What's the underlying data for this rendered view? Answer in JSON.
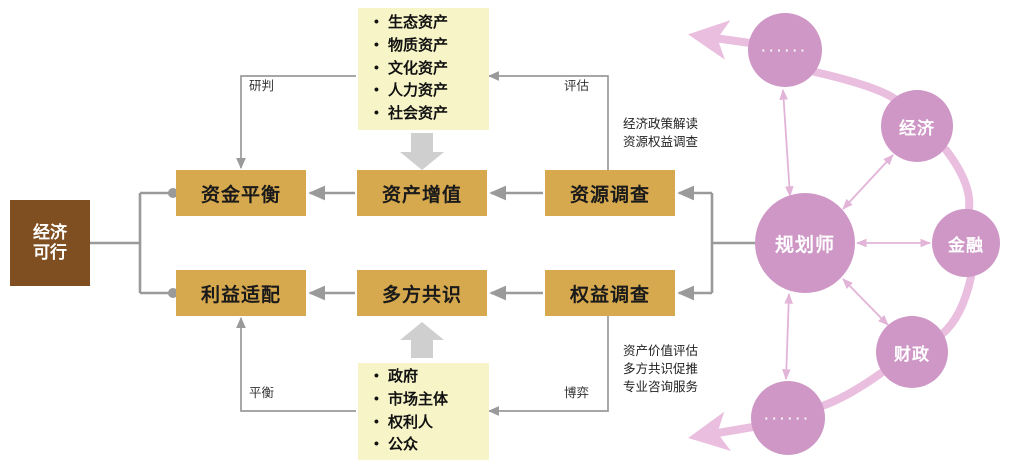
{
  "anchor": {
    "label": "经济\n可行",
    "line1": "经济",
    "line2": "可行",
    "color": "#7F4F21"
  },
  "process_boxes": [
    {
      "id": "zijin-pingheng",
      "label": "资金平衡",
      "row": "top"
    },
    {
      "id": "zichan-zengzhi",
      "label": "资产增值",
      "row": "top"
    },
    {
      "id": "ziyuan-diaocha",
      "label": "资源调查",
      "row": "top"
    },
    {
      "id": "liyi-shipei",
      "label": "利益适配",
      "row": "bottom"
    },
    {
      "id": "duofang-gongshi",
      "label": "多方共识",
      "row": "bottom"
    },
    {
      "id": "quanyi-diaocha",
      "label": "权益调查",
      "row": "bottom"
    }
  ],
  "asset_list": {
    "title": "",
    "items": [
      "生态资产",
      "物质资产",
      "文化资产",
      "人力资产",
      "社会资产"
    ]
  },
  "stakeholder_list": {
    "title": "",
    "items": [
      "政府",
      "市场主体",
      "权利人",
      "公众"
    ]
  },
  "edge_labels": {
    "yanpan": "研判",
    "pinggu": "评估",
    "pingheng": "平衡",
    "boyi": "博弈"
  },
  "notes": {
    "top": [
      "经济政策解读",
      "资源权益调查"
    ],
    "bottom": [
      "资产价值评估",
      "多方共识促推",
      "专业咨询服务"
    ]
  },
  "network": {
    "center": {
      "id": "guihuashi",
      "label": "规划师"
    },
    "nodes": [
      {
        "id": "dots-top",
        "label": "······"
      },
      {
        "id": "jingji",
        "label": "经济"
      },
      {
        "id": "jinrong",
        "label": "金融"
      },
      {
        "id": "caizheng",
        "label": "财政"
      },
      {
        "id": "dots-bottom",
        "label": "······"
      }
    ]
  },
  "colors": {
    "process_fill": "#D6A94E",
    "anchor_fill": "#7F4F21",
    "list_fill": "#F7F5C8",
    "circle_fill": "#CE97C6",
    "connector": "#9A9A9A",
    "pink_edge": "#E7BEDD"
  }
}
